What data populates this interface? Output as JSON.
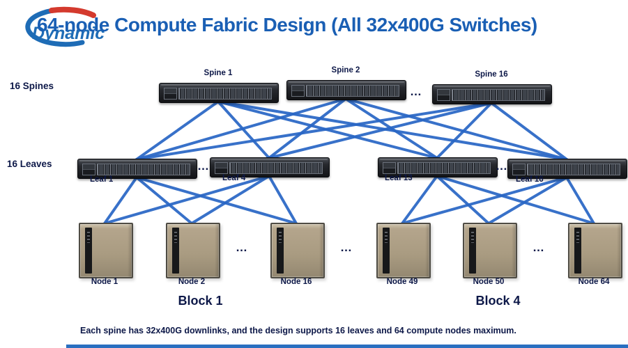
{
  "header": {
    "logo_text": "Dynamic",
    "title": "64-node Compute Fabric Design (All 32x400G Switches)"
  },
  "colors": {
    "title_blue": "#1a5fb4",
    "link_blue": "#2a67c5",
    "label_navy": "#0d1848",
    "logo_blue": "#1e6cb6",
    "logo_red": "#d43a2e"
  },
  "misc": {
    "ellipsis": "…"
  },
  "spine_row": {
    "row_label": "16 Spines",
    "switches": [
      {
        "label": "Spine 1"
      },
      {
        "label": "Spine 2"
      },
      {
        "label": "Spine 16"
      }
    ]
  },
  "leaf_row": {
    "row_label": "16 Leaves",
    "switches": [
      {
        "label": "Leaf 1"
      },
      {
        "label": "Leaf 4"
      },
      {
        "label": "Leaf 13"
      },
      {
        "label": "Leaf 16"
      }
    ]
  },
  "compute": {
    "blocks": [
      {
        "name": "Block 1",
        "racks": [
          {
            "label": "Node 1"
          },
          {
            "label": "Node 2"
          },
          {
            "label": "Node 16"
          }
        ]
      },
      {
        "name": "Block 4",
        "racks": [
          {
            "label": "Node 49"
          },
          {
            "label": "Node 50"
          },
          {
            "label": "Node 64"
          }
        ]
      }
    ]
  },
  "footnote": "Each spine has 32x400G downlinks, and the design supports 16 leaves and 64 compute nodes maximum."
}
